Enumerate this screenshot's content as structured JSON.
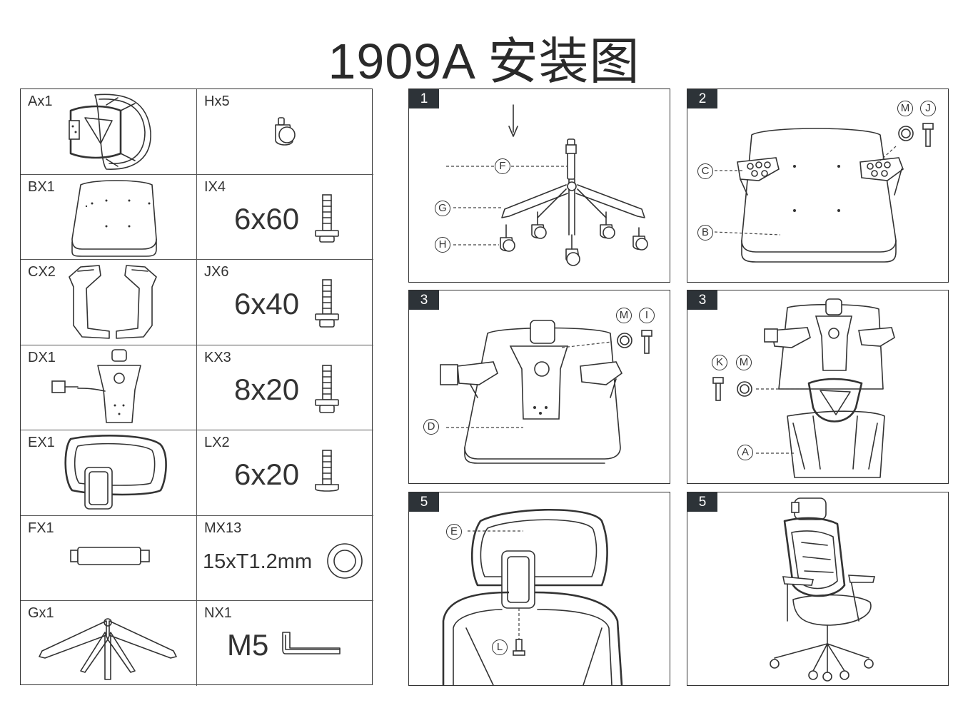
{
  "title": "1909A 安装图",
  "parts": [
    {
      "id": "A",
      "label": "Ax1"
    },
    {
      "id": "B",
      "label": "BX1"
    },
    {
      "id": "C",
      "label": "CX2"
    },
    {
      "id": "D",
      "label": "DX1"
    },
    {
      "id": "E",
      "label": "EX1"
    },
    {
      "id": "F",
      "label": "FX1"
    },
    {
      "id": "G",
      "label": "Gx1"
    },
    {
      "id": "H",
      "label": "Hx5"
    },
    {
      "id": "I",
      "label": "IX4",
      "size": "6x60"
    },
    {
      "id": "J",
      "label": "JX6",
      "size": "6x40"
    },
    {
      "id": "K",
      "label": "KX3",
      "size": "8x20"
    },
    {
      "id": "L",
      "label": "LX2",
      "size": "6x20"
    },
    {
      "id": "M",
      "label": "MX13",
      "size": "15xT1.2mm"
    },
    {
      "id": "N",
      "label": "NX1",
      "size": "M5"
    }
  ],
  "steps": [
    {
      "number": "1",
      "callouts": [
        "F",
        "G",
        "H"
      ]
    },
    {
      "number": "2",
      "callouts": [
        "M",
        "J",
        "C",
        "B"
      ]
    },
    {
      "number": "3",
      "callouts": [
        "M",
        "I",
        "D"
      ]
    },
    {
      "number": "3",
      "callouts": [
        "K",
        "M",
        "A"
      ]
    },
    {
      "number": "5",
      "callouts": [
        "E",
        "L"
      ]
    },
    {
      "number": "5",
      "callouts": []
    }
  ],
  "icons": {
    "casters": "caster-icon",
    "bolt": "bolt-icon",
    "washer": "washer-icon",
    "hex_key": "hex-key-icon",
    "arrow": "down-arrow-icon"
  }
}
